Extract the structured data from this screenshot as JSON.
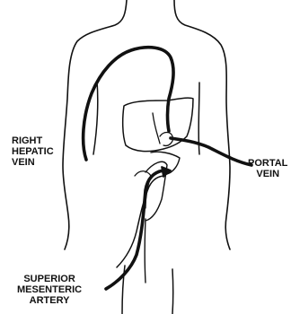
{
  "labels": {
    "right_hepatic_vein": [
      "RIGHT",
      "HEPATIC",
      "VEIN"
    ],
    "portal_vein": [
      "PORTAL",
      "VEIN"
    ],
    "superior_mesenteric_artery": [
      "SUPERIOR",
      "MESENTERIC",
      "ARTERY"
    ]
  },
  "colors": {
    "ink": "#111111",
    "background": "#ffffff"
  }
}
